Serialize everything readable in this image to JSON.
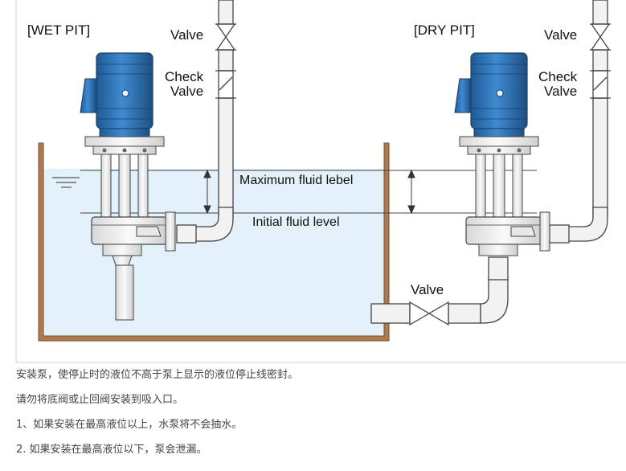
{
  "diagram": {
    "wet_pit_label": "[WET PIT]",
    "dry_pit_label": "[DRY PIT]",
    "valve_label": "Valve",
    "check_valve_label_line1": "Check",
    "check_valve_label_line2": "Valve",
    "max_level_label": "Maximum fluid lebel",
    "initial_level_label": "Initial fluid level",
    "bottom_valve_label": "Valve"
  },
  "notes": [
    "安装泵，使停止时的液位不高于泵上显示的液位停止线密封。",
    "请勿将底阀或止回阀安装到吸入口。",
    "1、如果安装在最高液位以上，水泵将不会抽水。",
    "2. 如果安装在最高液位以下，泵会泄漏。"
  ],
  "colors": {
    "motor_blue": "#2a6fb0",
    "water": "#e2f1fa",
    "tank_wall": "#b07a50",
    "pipe": "#f2f2f2",
    "outline": "#444444"
  }
}
